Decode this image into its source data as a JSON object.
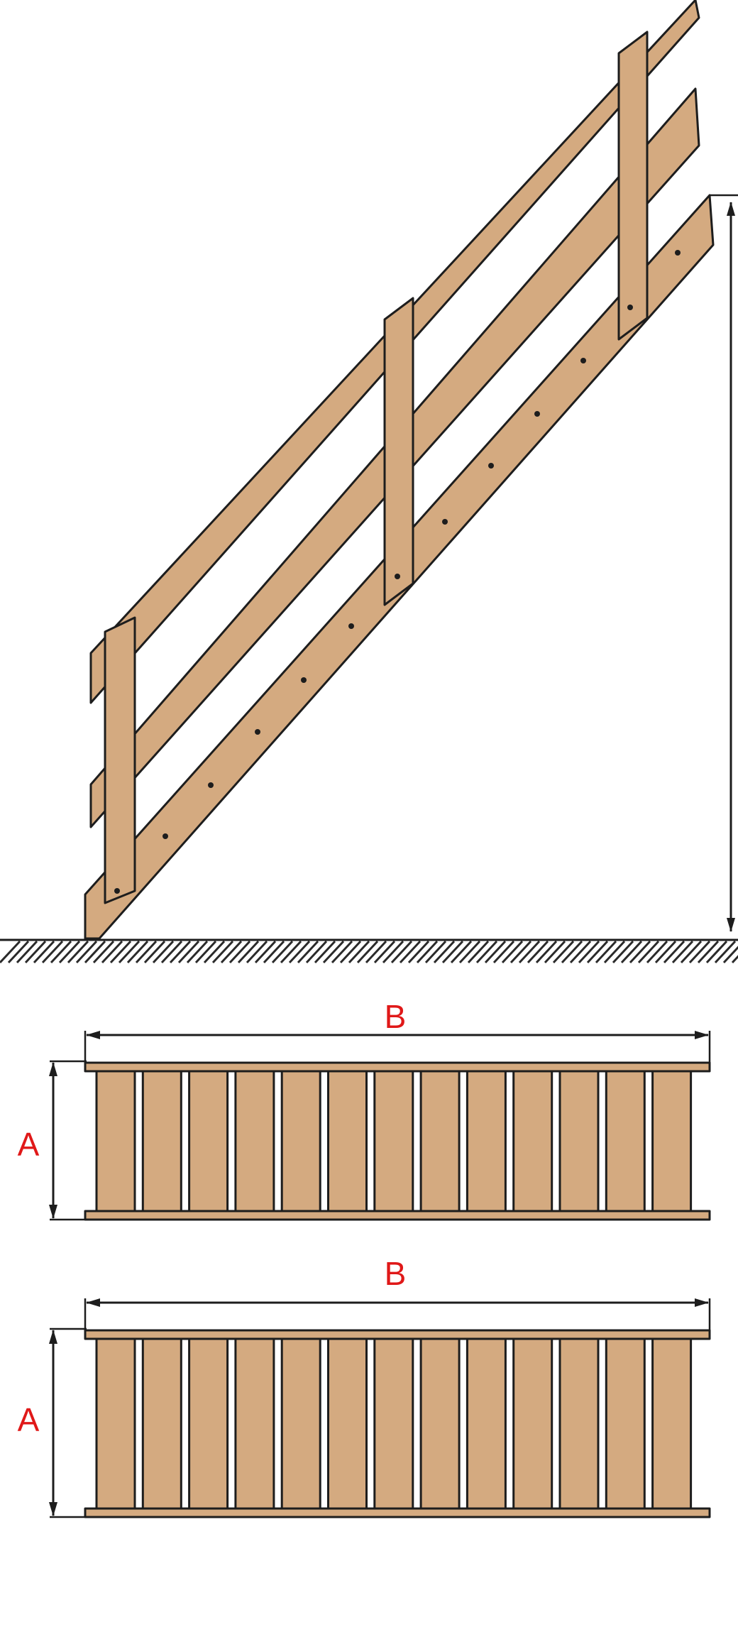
{
  "labels": {
    "panel1_width": "B",
    "panel1_height": "A",
    "panel2_width": "B",
    "panel2_height": "A"
  },
  "colors": {
    "wood": "#d4aa80",
    "outline": "#1d1d1d",
    "dimension_label": "#e01818"
  }
}
